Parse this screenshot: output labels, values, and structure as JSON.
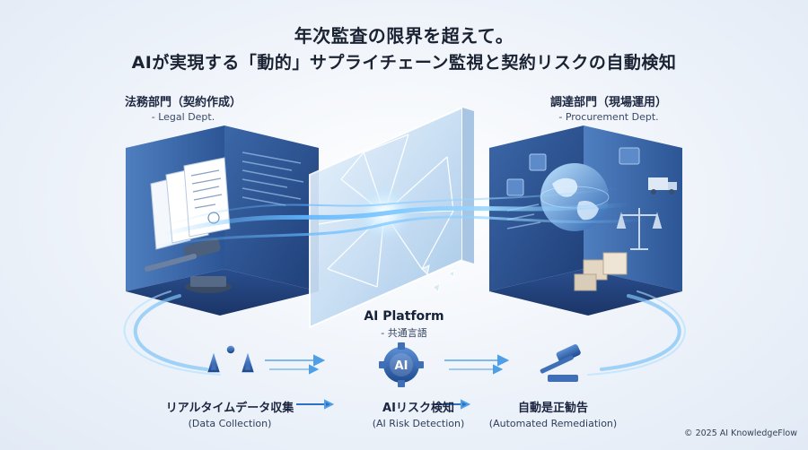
{
  "title": {
    "line1": "年次監査の限界を超えて。",
    "line2": "AIが実現する「動的」サプライチェーン監視と契約リスクの自動検知"
  },
  "left_dept": {
    "jp": "法務部門（契約作成）",
    "en": "- Legal Dept."
  },
  "right_dept": {
    "jp": "調達部門（現場運用）",
    "en": "- Procurement Dept."
  },
  "platform": {
    "name": "AI Platform",
    "sub": "- 共通言語"
  },
  "steps": [
    {
      "jp": "リアルタイムデータ収集",
      "en": "(Data Collection)",
      "icon": "scales-icon"
    },
    {
      "jp": "AIリスク検知",
      "en": "(AI Risk Detection)",
      "icon": "ai-gear-icon",
      "badge": "AI"
    },
    {
      "jp": "自動是正勧告",
      "en": "(Automated Remediation)",
      "icon": "gavel-icon"
    }
  ],
  "copyright": "© 2025 AI KnowledgeFlow",
  "colors": {
    "primary": "#2f6fc4",
    "dark_room": "#2a4f8f",
    "light_glow": "#8fd0ff",
    "glass": "#cfe3f7"
  }
}
